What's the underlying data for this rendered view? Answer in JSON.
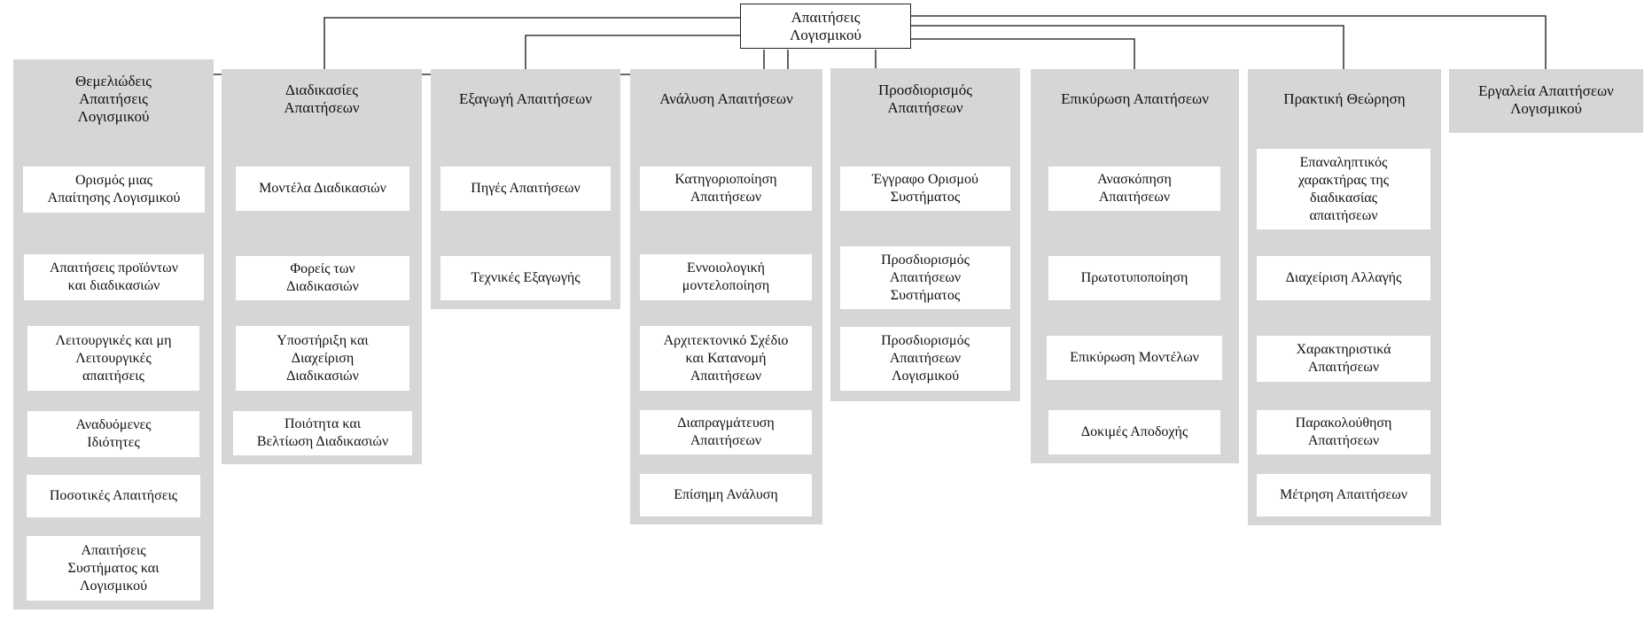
{
  "root": {
    "label": "Απαιτήσεις\nΛογισμικού"
  },
  "categories": [
    {
      "title": "Θεμελιώδεις\nΑπαιτήσεις\nΛογισμικού",
      "items": [
        "Ορισμός μιας\nΑπαίτησης Λογισμικού",
        "Απαιτήσεις προϊόντων\nκαι διαδικασιών",
        "Λειτουργικές και μη\nΛειτουργικές\nαπαιτήσεις",
        "Αναδυόμενες\nΙδιότητες",
        "Ποσοτικές Απαιτήσεις",
        "Απαιτήσεις\nΣυστήματος και\nΛογισμικού"
      ]
    },
    {
      "title": "Διαδικασίες\nΑπαιτήσεων",
      "items": [
        "Μοντέλα Διαδικασιών",
        "Φορείς των\nΔιαδικασιών",
        "Υποστήριξη και\nΔιαχείριση\nΔιαδικασιών",
        "Ποιότητα και\nΒελτίωση Διαδικασιών"
      ]
    },
    {
      "title": "Εξαγωγή Απαιτήσεων",
      "items": [
        "Πηγές Απαιτήσεων",
        "Τεχνικές Εξαγωγής"
      ]
    },
    {
      "title": "Ανάλυση Απαιτήσεων",
      "items": [
        "Κατηγοριοποίηση\nΑπαιτήσεων",
        "Εννοιολογική\nμοντελοποίηση",
        "Αρχιτεκτονικό Σχέδιο\nκαι Κατανομή\nΑπαιτήσεων",
        "Διαπραγμάτευση\nΑπαιτήσεων",
        "Επίσημη Ανάλυση"
      ]
    },
    {
      "title": "Προσδιορισμός\nΑπαιτήσεων",
      "items": [
        "Έγγραφο Ορισμού\nΣυστήματος",
        "Προσδιορισμός\nΑπαιτήσεων\nΣυστήματος",
        "Προσδιορισμός\nΑπαιτήσεων\nΛογισμικού"
      ]
    },
    {
      "title": "Επικύρωση Απαιτήσεων",
      "items": [
        "Ανασκόπηση\nΑπαιτήσεων",
        "Πρωτοτυποποίηση",
        "Επικύρωση Μοντέλων",
        "Δοκιμές Αποδοχής"
      ]
    },
    {
      "title": "Πρακτική Θεώρηση",
      "items": [
        "Επαναληπτικός\nχαρακτήρας της\nδιαδικασίας\nαπαιτήσεων",
        "Διαχείριση Αλλαγής",
        "Χαρακτηριστικά\nΑπαιτήσεων",
        "Παρακολούθηση\nΑπαιτήσεων",
        "Μέτρηση Απαιτήσεων"
      ]
    },
    {
      "title": "Εργαλεία Απαιτήσεων\nΛογισμικού",
      "items": []
    }
  ]
}
